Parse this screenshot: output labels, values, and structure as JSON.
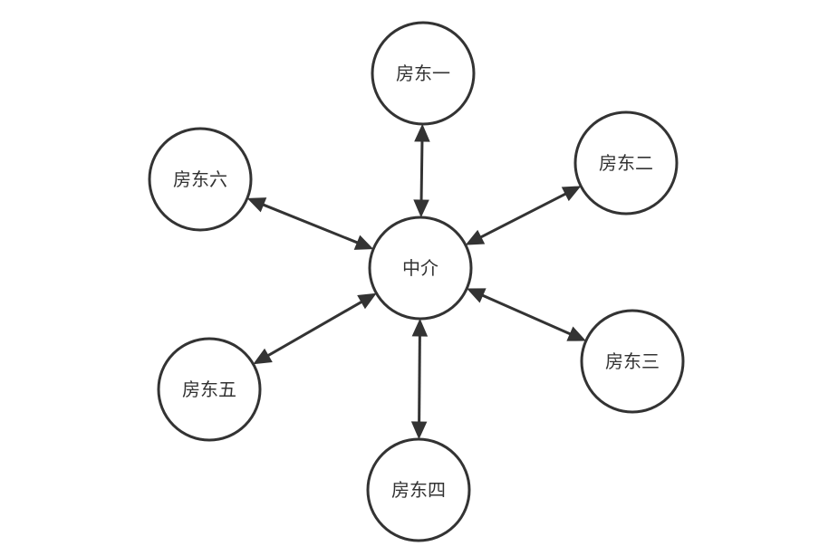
{
  "diagram": {
    "stroke_color": "#333333",
    "fill_color": "#ffffff",
    "nodes": [
      {
        "id": "agent",
        "label": "中介"
      },
      {
        "id": "landlord1",
        "label": "房东一"
      },
      {
        "id": "landlord2",
        "label": "房东二"
      },
      {
        "id": "landlord3",
        "label": "房东三"
      },
      {
        "id": "landlord4",
        "label": "房东四"
      },
      {
        "id": "landlord5",
        "label": "房东五"
      },
      {
        "id": "landlord6",
        "label": "房东六"
      }
    ],
    "edges": [
      {
        "from": "agent",
        "to": "landlord1",
        "direction": "bidirectional"
      },
      {
        "from": "agent",
        "to": "landlord2",
        "direction": "bidirectional"
      },
      {
        "from": "agent",
        "to": "landlord3",
        "direction": "bidirectional"
      },
      {
        "from": "agent",
        "to": "landlord4",
        "direction": "bidirectional"
      },
      {
        "from": "agent",
        "to": "landlord5",
        "direction": "bidirectional"
      },
      {
        "from": "agent",
        "to": "landlord6",
        "direction": "bidirectional"
      }
    ]
  }
}
